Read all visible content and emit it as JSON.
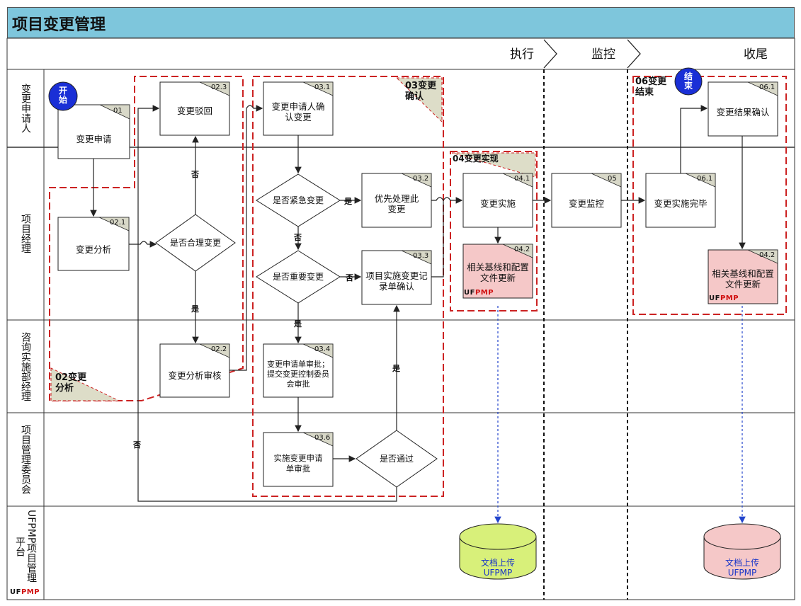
{
  "title": "项目变更管理",
  "phases": [
    "执行",
    "监控",
    "收尾"
  ],
  "lanes": [
    "变更申请人",
    "项目经理",
    "咨询实施部经理",
    "项目管理委员会",
    "UFPMP项目管理平台"
  ],
  "groups": {
    "g02": "02变更分析",
    "g03": "03变更确认",
    "g04": "04变更实现",
    "g06": "06变更结束"
  },
  "start": "开始",
  "end": "结束",
  "nodes": {
    "n01": {
      "code": "01",
      "label": "变更申请"
    },
    "n021": {
      "code": "02.1",
      "label": "变更分析"
    },
    "n022": {
      "code": "02.2",
      "label": "变更分析审核"
    },
    "n023": {
      "code": "02.3",
      "label": "变更驳回"
    },
    "n031": {
      "code": "03.1",
      "label": "变更申请人确认变更"
    },
    "n032": {
      "code": "03.2",
      "label": "优先处理此变更"
    },
    "n033": {
      "code": "03.3",
      "label": "项目实施变更记录单确认"
    },
    "n034": {
      "code": "03.4",
      "label": "变更申请单审批；提交变更控制委员会审批"
    },
    "n036": {
      "code": "03.6",
      "label": "实施变更申请单审批"
    },
    "n041": {
      "code": "04.1",
      "label": "变更实施"
    },
    "n042a": {
      "code": "04.2",
      "label": "相关基线和配置文件更新"
    },
    "n05": {
      "code": "05",
      "label": "变更监控"
    },
    "n061": {
      "code": "06.1",
      "label": "变更实施完毕"
    },
    "n061b": {
      "code": "06.1",
      "label": "变更结果确认"
    },
    "n042b": {
      "code": "04.2",
      "label": "相关基线和配置文件更新"
    }
  },
  "decisions": {
    "d_reasonable": "是否合理变更",
    "d_urgent": "是否紧急变更",
    "d_major": "是否重要变更",
    "d_pass": "是否通过"
  },
  "edge_labels": {
    "yes": "是",
    "no": "否"
  },
  "storage": {
    "line1": "文档上传",
    "line2": "UFPMP"
  },
  "brand": {
    "uf": "UF",
    "pmp": "PMP"
  },
  "colors": {
    "title_bg": "#7ec6dc",
    "group_border": "#cc2222",
    "pink": "#f5c8c8",
    "cyl": "#d8f07a",
    "cyl_pink": "#f5c8c8",
    "connector_blue": "#2244cc",
    "start_circle": "#1a2fd6"
  }
}
